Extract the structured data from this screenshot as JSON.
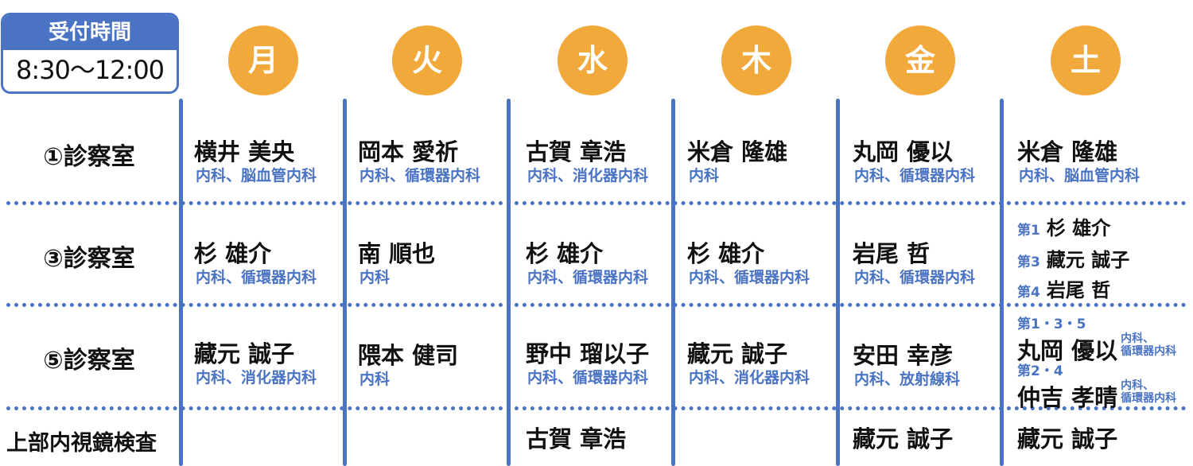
{
  "header": {
    "hours_label": "受付時間",
    "hours_time": "8:30〜12:00",
    "days": [
      "月",
      "火",
      "水",
      "木",
      "金",
      "土"
    ]
  },
  "rooms": {
    "room1": "①診察室",
    "room3": "③診察室",
    "room5": "⑤診察室",
    "endoscopy": "上部内視鏡検査"
  },
  "schedule": {
    "room1": [
      {
        "doctor": "横井 美央",
        "specialty": "内科、脳血管内科"
      },
      {
        "doctor": "岡本 愛祈",
        "specialty": "内科、循環器内科"
      },
      {
        "doctor": "古賀 章浩",
        "specialty": "内科、消化器内科"
      },
      {
        "doctor": "米倉 隆雄",
        "specialty": "内科"
      },
      {
        "doctor": "丸岡 優以",
        "specialty": "内科、循環器内科"
      },
      {
        "doctor": "米倉 隆雄",
        "specialty": "内科、脳血管内科"
      }
    ],
    "room3": [
      {
        "doctor": "杉 雄介",
        "specialty": "内科、循環器内科"
      },
      {
        "doctor": "南 順也",
        "specialty": "内科"
      },
      {
        "doctor": "杉 雄介",
        "specialty": "内科、循環器内科"
      },
      {
        "doctor": "杉 雄介",
        "specialty": "内科、循環器内科"
      },
      {
        "doctor": "岩尾 哲",
        "specialty": "内科、循環器内科"
      }
    ],
    "room3_sat": [
      {
        "week": "第1",
        "doctor": "杉 雄介"
      },
      {
        "week": "第3",
        "doctor": "藏元 誠子"
      },
      {
        "week": "第4",
        "doctor": "岩尾 哲"
      }
    ],
    "room5": [
      {
        "doctor": "藏元 誠子",
        "specialty": "内科、消化器内科"
      },
      {
        "doctor": "隈本 健司",
        "specialty": "内科"
      },
      {
        "doctor": "野中 瑠以子",
        "specialty": "内科、循環器内科"
      },
      {
        "doctor": "藏元 誠子",
        "specialty": "内科、消化器内科"
      },
      {
        "doctor": "安田 幸彦",
        "specialty": "内科、放射線科"
      }
    ],
    "room5_sat": [
      {
        "week": "第1・3・5",
        "doctor": "丸岡 優以",
        "spec1": "内科、",
        "spec2": "循環器内科"
      },
      {
        "week": "第2・4",
        "doctor": "仲吉 孝晴",
        "spec1": "内科、",
        "spec2": "循環器内科"
      }
    ],
    "endoscopy": {
      "wed": "古賀 章浩",
      "fri": "藏元 誠子",
      "sat": "藏元 誠子"
    }
  },
  "colors": {
    "accent_blue": "#4a73c4",
    "day_orange": "#f2a93b"
  }
}
